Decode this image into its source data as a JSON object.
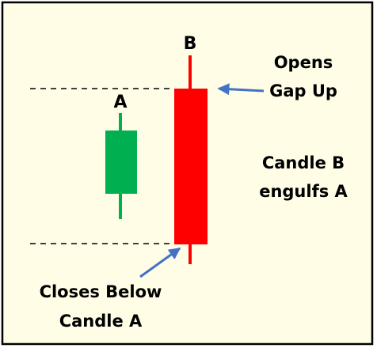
{
  "colors": {
    "background": "#fffde6",
    "border": "#000000",
    "bullish_candle": "#00b050",
    "bearish_candle": "#ff0000",
    "arrow": "#4472c4",
    "reference_line": "#000000"
  },
  "candles": [
    {
      "id": "A",
      "label": "A",
      "color": "bullish",
      "description": "small green candle"
    },
    {
      "id": "B",
      "label": "B",
      "color": "bearish",
      "description": "large red candle engulfing A"
    }
  ],
  "annotations": {
    "opens_line1": "Opens",
    "opens_line2": "Gap Up",
    "engulfs_line1": "Candle B",
    "engulfs_line2": "engulfs A",
    "closes_line1": "Closes Below",
    "closes_line2": "Candle A"
  },
  "reference_lines": [
    {
      "name": "top-level",
      "style": "dashed"
    },
    {
      "name": "bottom-level",
      "style": "dashed"
    }
  ]
}
